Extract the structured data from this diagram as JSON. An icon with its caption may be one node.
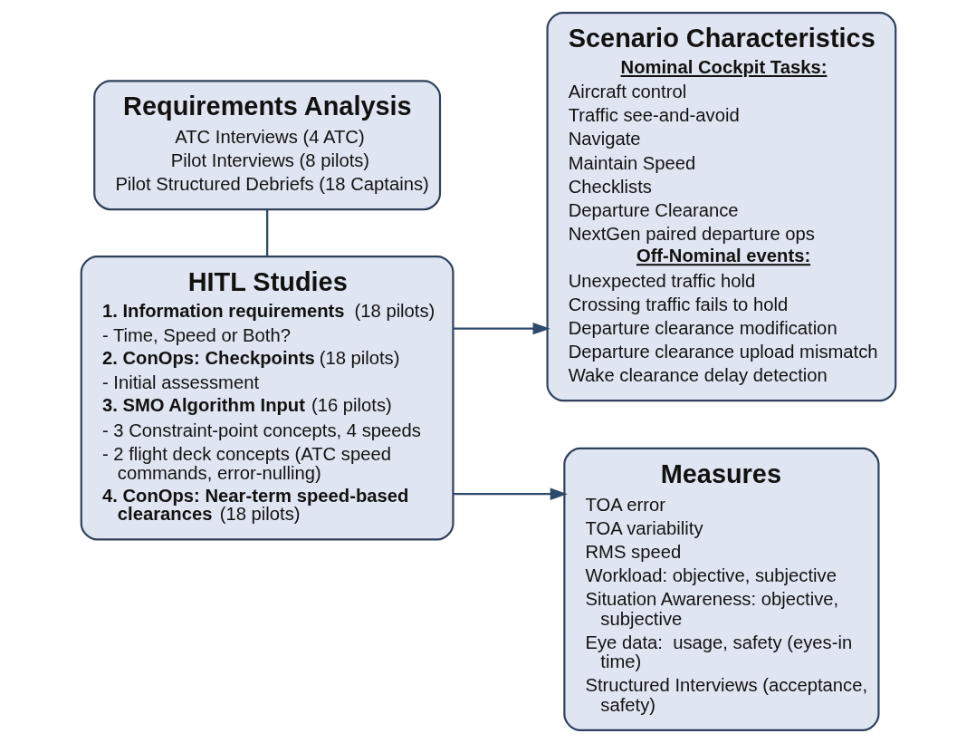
{
  "diagram": {
    "nodes": [
      {
        "text": [
          "Requirements Analysis",
          "ATC Interviews (4 ATC)",
          "Pilot Interviews (8 pilots)",
          "Pilot Structured Debriefs (18 Captains)"
        ]
      },
      {
        "text": [
          "HITL Studies",
          "**1. Information requirements** (18 pilots)",
          "- Time, Speed or Both?",
          "**2. ConOps: Checkpoints** (18 pilots)",
          "- Initial assessment",
          "**3. SMO Algorithm Input** (16 pilots)",
          "- 3 Constraint-point concepts, 4 speeds",
          "- 2 flight deck concepts (ATC speed commands, error-nulling)",
          "**4. ConOps: Near-term speed-based clearances** (18 pilots)"
        ]
      },
      {
        "text": [
          "Scenario Characteristics",
          "Nominal Cockpit Tasks:",
          "Aircraft control",
          "Traffic see-and-avoid",
          "Navigate",
          "Maintain Speed",
          "Checklists",
          "Departure Clearance",
          "NextGen paired departure ops",
          "Off-Nominal events:",
          "Unexpected traffic hold",
          "Crossing traffic fails to hold",
          "Departure clearance modification",
          "Departure clearance upload mismatch",
          "Wake clearance delay detection"
        ]
      },
      {
        "text": [
          "Measures",
          "TOA error",
          "TOA variability",
          "RMS speed",
          "Workload: objective, subjective",
          "Situation Awareness: objective, subjective",
          "Eye data:  usage, safety (eyes-in time)",
          "Structured Interviews (acceptance, safety)"
        ]
      }
    ],
    "edges": [
      {
        "from": 0,
        "to": 1,
        "arrow": "none"
      },
      {
        "from": 1,
        "to": 2,
        "arrow": "to"
      },
      {
        "from": 1,
        "to": 3,
        "arrow": "to"
      }
    ]
  }
}
